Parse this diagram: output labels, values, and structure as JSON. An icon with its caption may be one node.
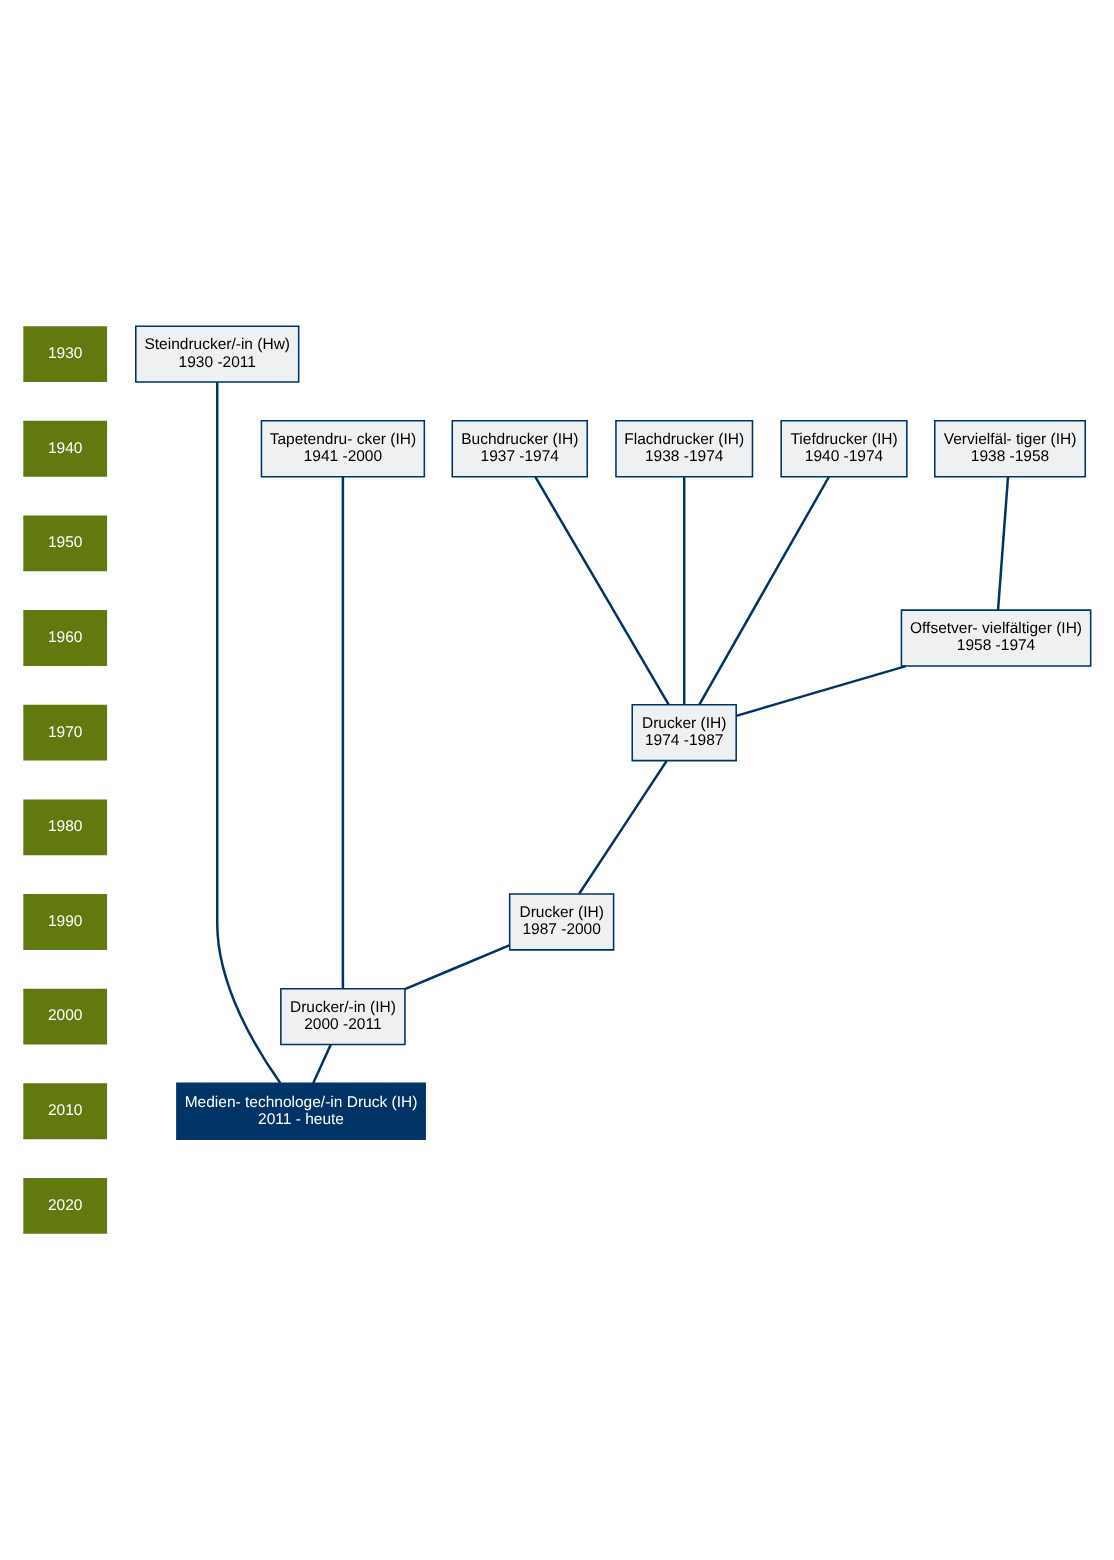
{
  "diagram": {
    "nodes": [
      {
        "text": [
          "Steindrucker/-in (Hw)",
          "1930 -2011"
        ]
      },
      {
        "text": [
          "Buchdrucker (IH)",
          "1937 -1974"
        ]
      },
      {
        "text": [
          "Flachdrucker (IH)",
          "1938 -1974"
        ]
      },
      {
        "text": [
          "Vervielfäl- tiger (IH)",
          "1938 -1958"
        ]
      },
      {
        "text": [
          "Tiefdrucker (IH)",
          "1940 -1974"
        ]
      },
      {
        "text": [
          "Tapetendru- cker (IH)",
          "1941 -2000"
        ]
      },
      {
        "text": [
          "Offsetver- vielfältiger (IH)",
          "1958 -1974"
        ]
      },
      {
        "text": [
          "Drucker (IH)",
          "1974 -1987"
        ]
      },
      {
        "text": [
          "Drucker (IH)",
          "1987 -2000"
        ]
      },
      {
        "text": [
          "Drucker/-in (IH)",
          "2000 -2011"
        ]
      },
      {
        "text": [
          "Medien- technologe/-in Druck (IH)",
          "2011 - heute"
        ]
      }
    ],
    "edges": [
      {
        "from": 1,
        "to": 7,
        "arrow": "none"
      },
      {
        "from": 2,
        "to": 7,
        "arrow": "none"
      },
      {
        "from": 3,
        "to": 6,
        "arrow": "none"
      },
      {
        "from": 4,
        "to": 7,
        "arrow": "none"
      },
      {
        "from": 0,
        "to": 10,
        "arrow": "none"
      },
      {
        "from": 5,
        "to": 9,
        "arrow": "none"
      },
      {
        "from": 6,
        "to": 7,
        "arrow": "none"
      },
      {
        "from": 7,
        "to": 8,
        "arrow": "none"
      },
      {
        "from": 8,
        "to": 9,
        "arrow": "none"
      },
      {
        "from": 9,
        "to": 10,
        "arrow": "none"
      }
    ],
    "labels": [
      "1930",
      "1940",
      "1950",
      "1960",
      "1970",
      "1980",
      "1990",
      "2000",
      "2010",
      "2020"
    ]
  }
}
